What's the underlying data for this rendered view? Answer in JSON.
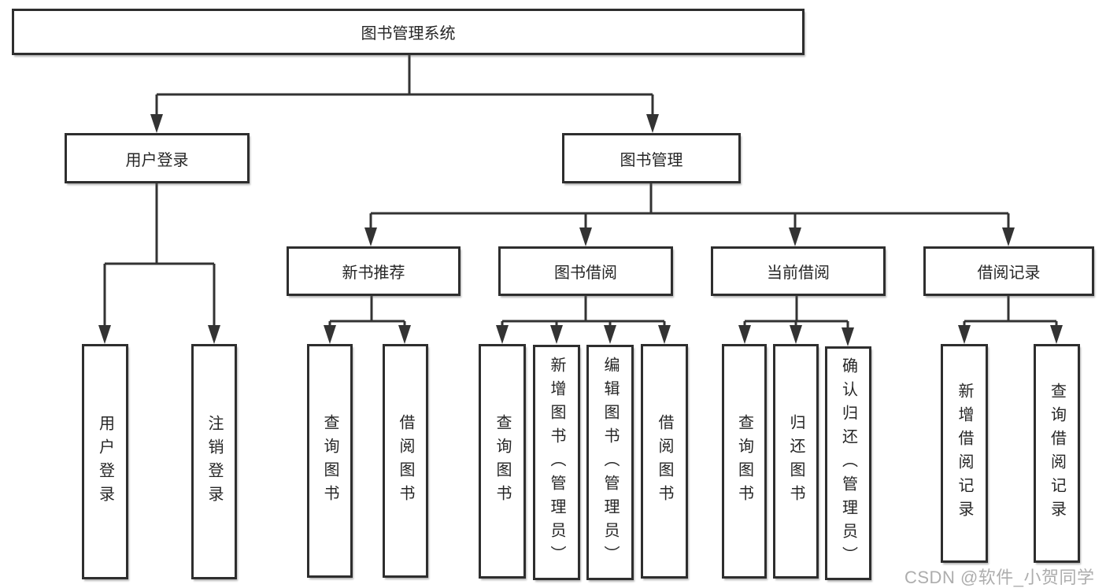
{
  "title": "图书管理系统",
  "watermark": "CSDN @软件_小贺同学",
  "colors": {
    "line": "#333333",
    "box_border": "#2e2e2e",
    "box_bg": "#ffffff",
    "text": "#262626",
    "watermark": "#adadad"
  },
  "tree": {
    "root": {
      "label": "图书管理系统",
      "children": [
        {
          "label": "用户登录",
          "children": [
            {
              "label": "用户登录"
            },
            {
              "label": "注销登录"
            }
          ]
        },
        {
          "label": "图书管理",
          "children": [
            {
              "label": "新书推荐",
              "children": [
                {
                  "label": "查询图书"
                },
                {
                  "label": "借阅图书"
                }
              ]
            },
            {
              "label": "图书借阅",
              "children": [
                {
                  "label": "查询图书"
                },
                {
                  "label": "新增图书（管理员）"
                },
                {
                  "label": "编辑图书（管理员）"
                },
                {
                  "label": "借阅图书"
                }
              ]
            },
            {
              "label": "当前借阅",
              "children": [
                {
                  "label": "查询图书"
                },
                {
                  "label": "归还图书"
                },
                {
                  "label": "确认归还（管理员）"
                }
              ]
            },
            {
              "label": "借阅记录",
              "children": [
                {
                  "label": "新增借阅记录"
                },
                {
                  "label": "查询借阅记录"
                }
              ]
            }
          ]
        }
      ]
    }
  }
}
